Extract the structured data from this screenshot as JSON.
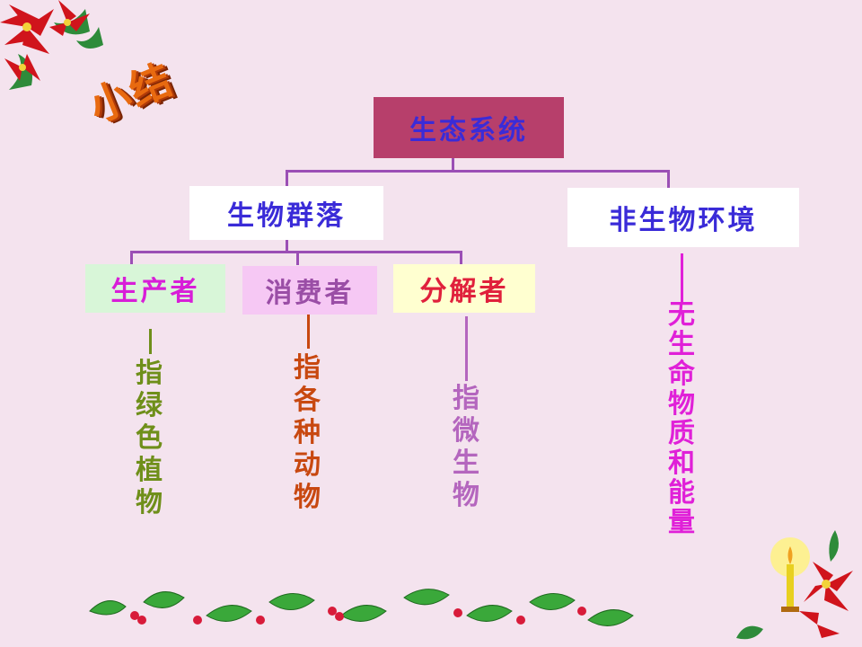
{
  "title_tag": "小结",
  "root": {
    "label": "生态系统",
    "bg": "#b73f6b",
    "color": "#3a2bd8"
  },
  "community": {
    "label": "生物群落",
    "color": "#3a2bd8"
  },
  "environment": {
    "label": "非生物环境",
    "color": "#3a2bd8"
  },
  "producer": {
    "label": "生产者",
    "bg": "#d8f6d8",
    "color": "#d81ed8"
  },
  "consumer": {
    "label": "消费者",
    "bg": "#f6c8f4",
    "color": "#9a4ea6"
  },
  "decomposer": {
    "label": "分解者",
    "bg": "#ffffd0",
    "color": "#e0203c"
  },
  "producer_desc": [
    "指",
    "绿",
    "色",
    "植",
    "物"
  ],
  "consumer_desc": [
    "指",
    "各",
    "种",
    "动",
    "物"
  ],
  "decomposer_desc": [
    "指",
    "微",
    "生",
    "物"
  ],
  "environment_desc": [
    "无",
    "生",
    "命",
    "物",
    "质",
    "和",
    "能",
    "量"
  ],
  "colors": {
    "connector": "#9b4fb5",
    "producer_desc": "#6f8f1a",
    "consumer_desc": "#c84810",
    "decomposer_desc": "#b466be",
    "environment_desc": "#e020d8",
    "tag": "#e86a10"
  }
}
